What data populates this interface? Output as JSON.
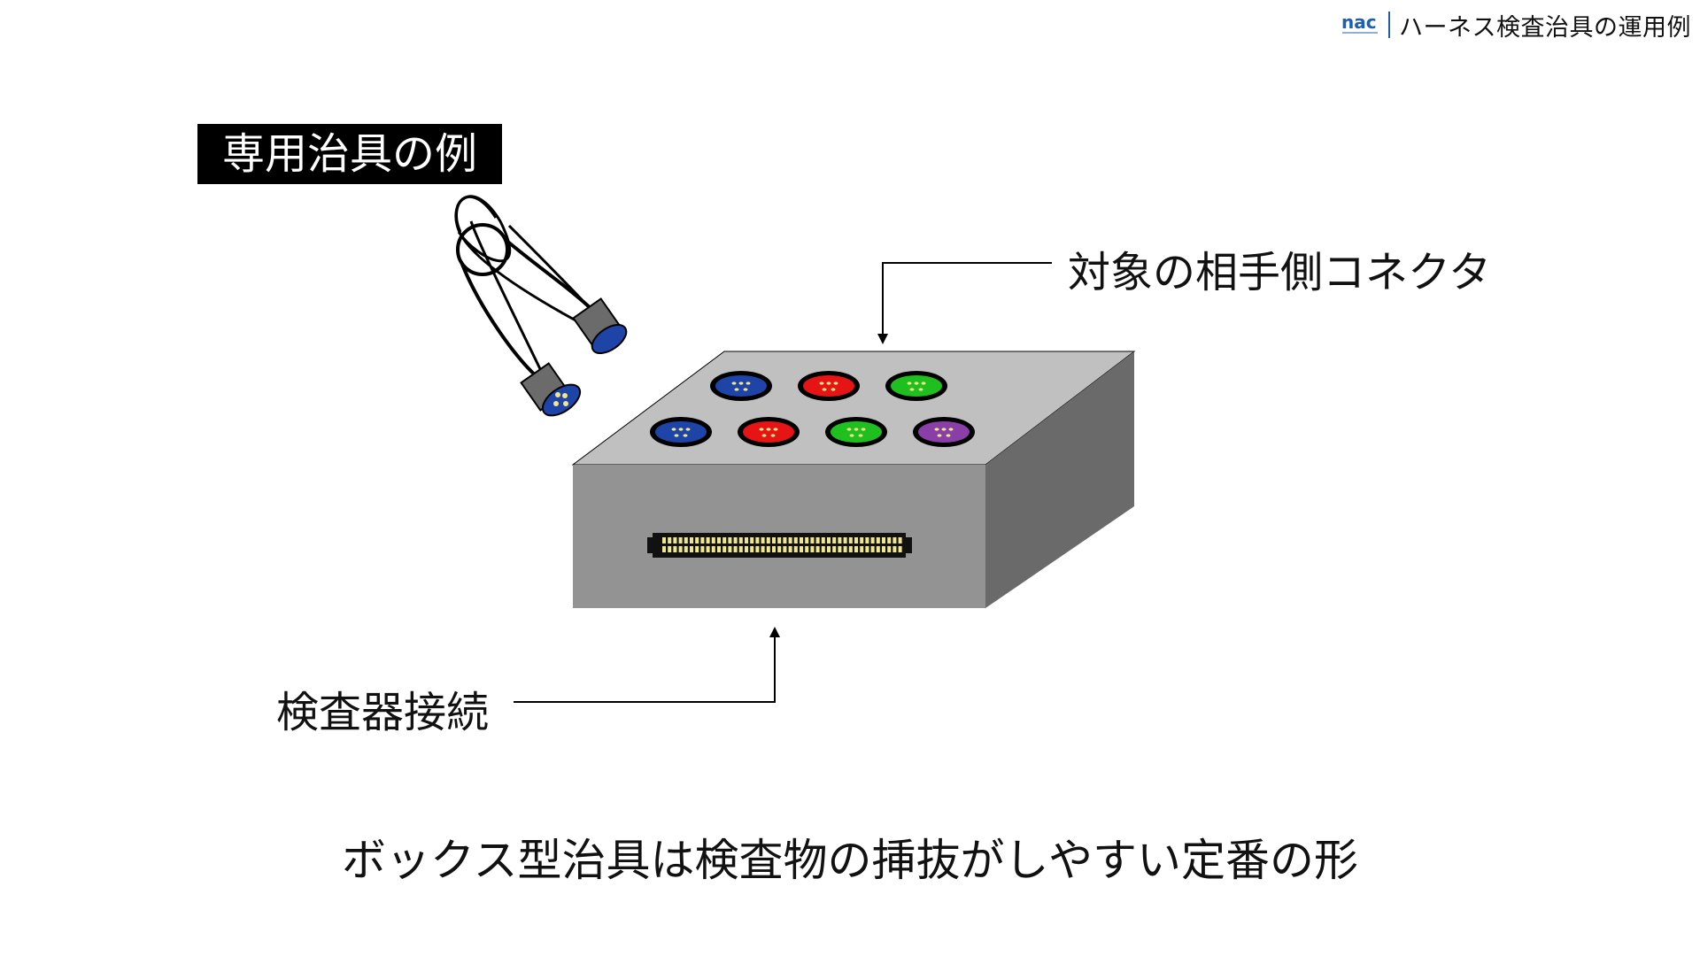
{
  "header": {
    "logo_icon": "nac-logo-icon",
    "title": "ハーネス検査治具の運用例",
    "brand_color": "#1f5fb0"
  },
  "badge": {
    "label": "専用治具の例"
  },
  "labels": {
    "target_connector": "対象の相手側コネクタ",
    "tester_connection": "検査器接続"
  },
  "caption": "ボックス型治具は検査物の挿抜がしやすい定番の形",
  "box": {
    "top_color": "#c0c0c0",
    "front_color": "#939393",
    "side_color": "#6a6a6a",
    "connectors": [
      {
        "color": "#1e44a8"
      },
      {
        "color": "#e61414"
      },
      {
        "color": "#1fbf1f"
      },
      {
        "color": "#1e44a8"
      },
      {
        "color": "#e61414"
      },
      {
        "color": "#1fbf1f"
      },
      {
        "color": "#8a3fa8"
      }
    ],
    "pin_color": "#f0e68c",
    "tester_port_color": "#111111"
  },
  "cable": {
    "plug_color": "#6b6b6b",
    "socket_color": "#1e44a8"
  }
}
